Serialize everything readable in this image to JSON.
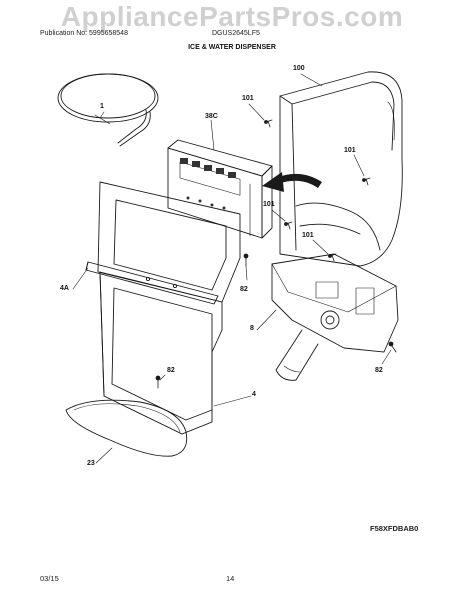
{
  "watermark": "AppliancePartsPros.com",
  "header": {
    "publication": "Publication No: 5995658548",
    "model": "DGUS2645LF5",
    "section_title": "ICE & WATER DISPENSER"
  },
  "callouts": {
    "c1": "1",
    "c38c": "38C",
    "c100": "100",
    "c101a": "101",
    "c101b": "101",
    "c101c": "101",
    "c101d": "101",
    "c82a": "82",
    "c82b": "82",
    "c82c": "82",
    "c4a": "4A",
    "c8": "8",
    "c4": "4",
    "c23": "23"
  },
  "footer": {
    "diagram_code": "F58XFDBAB0",
    "date": "03/15",
    "page": "14"
  },
  "colors": {
    "line": "#1a1a1a",
    "watermark": "#d0d0d0"
  }
}
